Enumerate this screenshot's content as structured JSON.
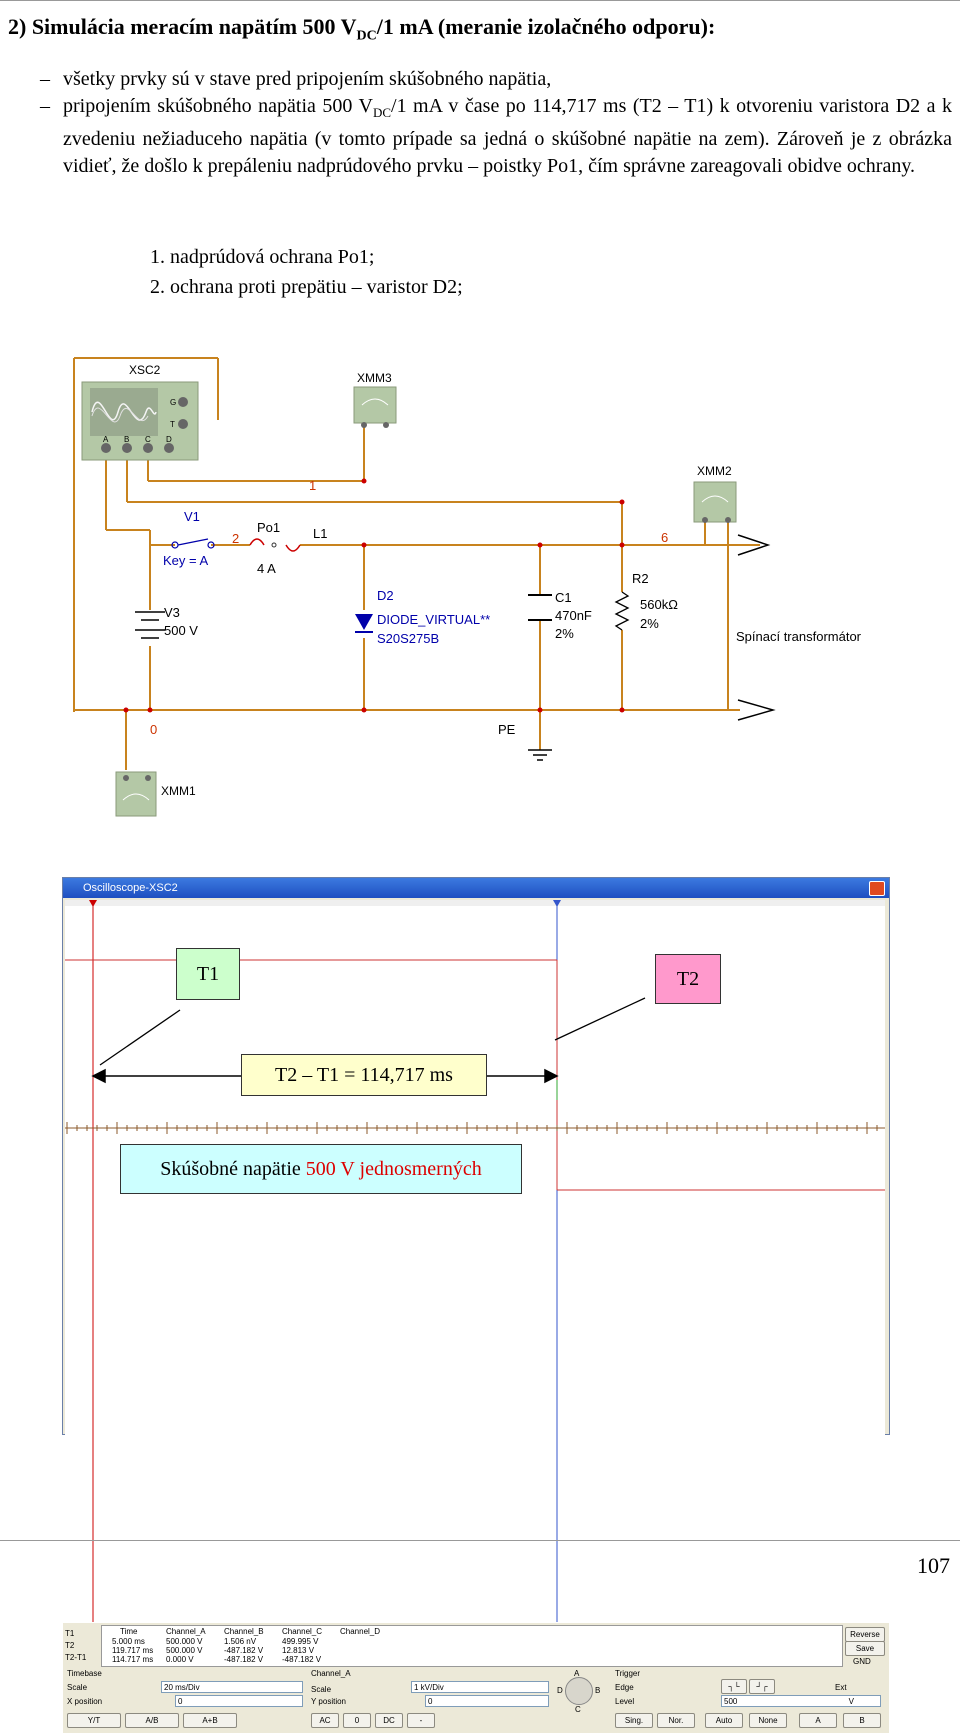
{
  "heading": {
    "prefix": "2) Simulácia meracím napätím 500 V",
    "sub": "DC",
    "suffix": "/1 mA (meranie izolačného odporu):"
  },
  "bullets": {
    "dash": "–",
    "item1": "všetky prvky sú v stave pred pripojením skúšobného napätia,",
    "item2_a": "pripojením skúšobného napätia 500 V",
    "item2_sub": "DC",
    "item2_b": "/1 mA v čase po 114,717 ms (T2 – T1) k otvoreniu varistora D2 a k zvedeniu nežiaduceho napätia (v tomto prípade sa jedná o skúšobné napätie na zem). Zároveň je z obrázka vidieť, že došlo k prepáleniu nadprúdového prvku – poistky Po1, čím správne zareagovali obidve ochrany."
  },
  "numbered_list": [
    "1. nadprúdová ochrana Po1;",
    "2. ochrana proti prepätiu – varistor D2;"
  ],
  "circuit": {
    "xsc2": "XSC2",
    "xsc2_g": "G",
    "xsc2_t": "T",
    "xsc2_ch": [
      "A",
      "B",
      "C",
      "D"
    ],
    "xmm1": "XMM1",
    "xmm2": "XMM2",
    "xmm3": "XMM3",
    "node1": "1",
    "node2": "2",
    "node6": "6",
    "node0": "0",
    "pe": "PE",
    "v1": "V1",
    "key": "Key = A",
    "po1": "Po1",
    "po1_val": "4 A",
    "l1": "L1",
    "v3": "V3",
    "v3_val": "500 V",
    "d2": "D2",
    "d2_model": "DIODE_VIRTUAL**",
    "d2_part": "S20S275B",
    "c1": "C1",
    "c1_val": "470nF",
    "c1_tol": "2%",
    "r2": "R2",
    "r2_val": "560kΩ",
    "r2_tol": "2%",
    "transformer": "Spínací transformátor",
    "colors": {
      "wire": "#c8831e",
      "node": "#cc0000",
      "text": "#0000aa",
      "node_label": "#cc3300"
    }
  },
  "oscilloscope": {
    "title": "Oscilloscope-XSC2",
    "label_t1": "T1",
    "label_t2": "T2",
    "delta_label": "T2 – T1 = 114,717 ms",
    "voltage_label_a": "Skúšobné napätie ",
    "voltage_label_b": "500 V jednosmerných",
    "colors": {
      "t1_box": "#ccffcc",
      "t2_box": "#ff99cc",
      "delta_box": "#ffffcc",
      "volt_box": "#ccffff",
      "volt_red": "#dd0000",
      "trace": "#cc3333",
      "grid": "#8b0000"
    },
    "readout": {
      "row_labels": [
        "T1",
        "T2",
        "T2-T1"
      ],
      "headers": [
        "Time",
        "Channel_A",
        "Channel_B",
        "Channel_C",
        "Channel_D"
      ],
      "rows": [
        [
          "5.000 ms",
          "500.000 V",
          "1.506 nV",
          "499.995 V",
          ""
        ],
        [
          "119.717 ms",
          "500.000 V",
          "-487.182 V",
          "12.813 V",
          ""
        ],
        [
          "114.717 ms",
          "0.000 V",
          "-487.182 V",
          "-487.182 V",
          ""
        ]
      ],
      "reverse": "Reverse",
      "save": "Save",
      "gnd": "GND"
    },
    "timebase": {
      "title": "Timebase",
      "scale_label": "Scale",
      "scale_value": "20 ms/Div",
      "xpos_label": "X position",
      "xpos_value": "0",
      "buttons": [
        "Y/T",
        "A/B",
        "A+B"
      ]
    },
    "channel_a": {
      "title": "Channel_A",
      "scale_label": "Scale",
      "scale_value": "1 kV/Div",
      "ypos_label": "Y position",
      "ypos_value": "0",
      "buttons": [
        "AC",
        "0",
        "DC",
        "-"
      ]
    },
    "selector": {
      "a": "A",
      "b": "B",
      "c": "C",
      "d": "D"
    },
    "trigger": {
      "title": "Trigger",
      "edge_label": "Edge",
      "level_label": "Level",
      "level_value": "500",
      "level_unit": "V",
      "ext": "Ext",
      "buttons": [
        "Sing.",
        "Nor.",
        "Auto",
        "None",
        "A",
        "B"
      ]
    }
  },
  "page_number": "107"
}
